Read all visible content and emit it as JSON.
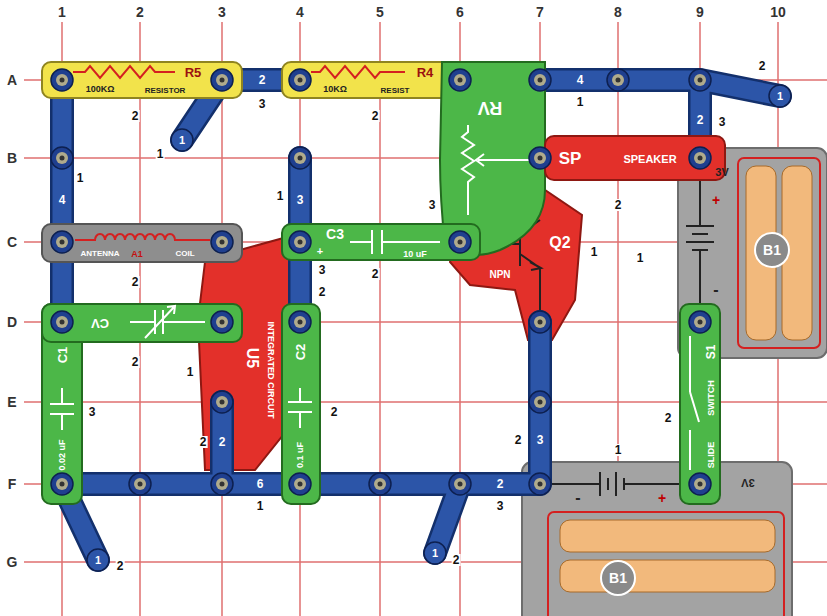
{
  "diagram": {
    "nodes": [
      {
        "text": [
          "R5",
          "100KΩ",
          "RESISTOR"
        ]
      },
      {
        "text": [
          "R4",
          "10KΩ",
          "RESIST"
        ]
      },
      {
        "text": [
          "RV"
        ]
      },
      {
        "text": [
          "SP",
          "SPEAKER"
        ]
      },
      {
        "text": [
          "3V",
          "+",
          "-",
          "B1"
        ]
      },
      {
        "text": [
          "ANTENNA",
          "A1",
          "COIL"
        ]
      },
      {
        "text": [
          "INTEGRATED CIRCUIT",
          "U5"
        ]
      },
      {
        "text": [
          "C3",
          "+",
          "10 uF"
        ]
      },
      {
        "text": [
          "NPN",
          "Q2"
        ]
      },
      {
        "text": [
          "CV"
        ]
      },
      {
        "text": [
          "C1",
          "0.02 uF"
        ]
      },
      {
        "text": [
          "C2",
          "0.1 uF"
        ]
      },
      {
        "text": [
          "S1",
          "SWITCH",
          "SLIDE"
        ]
      },
      {
        "text": [
          "-",
          "+",
          "3V",
          "B1"
        ]
      }
    ],
    "labels": [
      "1",
      "2",
      "3",
      "4",
      "5",
      "6",
      "7",
      "8",
      "9",
      "10",
      "A",
      "B",
      "C",
      "D",
      "E",
      "F",
      "G",
      "2",
      "2",
      "3",
      "1",
      "1",
      "2",
      "4",
      "1",
      "2",
      "3",
      "2",
      "1",
      "4",
      "1",
      "3",
      "2",
      "1",
      "2",
      "2",
      "3",
      "1",
      "2",
      "1",
      "1",
      "3",
      "2",
      "3",
      "2",
      "2",
      "2",
      "6",
      "1",
      "1",
      "2",
      "2",
      "3",
      "1",
      "2",
      "3",
      "2",
      "1",
      "2"
    ]
  }
}
